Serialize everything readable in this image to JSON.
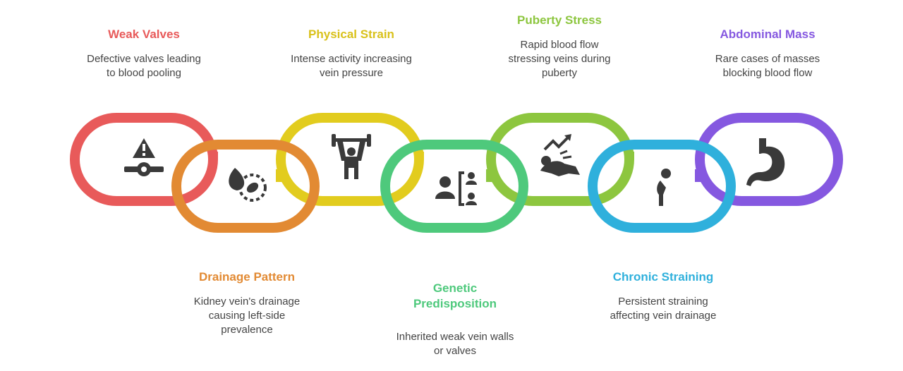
{
  "colors": {
    "weak_valves": "#E85A5A",
    "drainage_pattern": "#E28A33",
    "physical_strain": "#E2CC1E",
    "genetic": "#4EC97C",
    "puberty": "#8DC63F",
    "chronic": "#2FB0DC",
    "abdominal": "#8558E0",
    "icon": "#3A3A3A"
  },
  "items": {
    "weak_valves": {
      "title": "Weak Valves",
      "desc": "Defective valves leading\nto blood pooling",
      "icon": "warning-valve-icon"
    },
    "drainage_pattern": {
      "title": "Drainage Pattern",
      "desc": "Kidney vein's drainage\ncausing left-side\nprevalence",
      "icon": "kidney-drainage-icon"
    },
    "physical_strain": {
      "title": "Physical Strain",
      "desc": "Intense activity increasing\nvein pressure",
      "icon": "weightlifter-icon"
    },
    "genetic": {
      "title": "Genetic\nPredisposition",
      "desc": "Inherited weak vein walls\nor valves",
      "icon": "family-inheritance-icon"
    },
    "puberty": {
      "title": "Puberty Stress",
      "desc": "Rapid blood flow\nstressing veins during\npuberty",
      "icon": "growth-stress-icon"
    },
    "chronic": {
      "title": "Chronic Straining",
      "desc": "Persistent straining\naffecting vein drainage",
      "icon": "straining-person-icon"
    },
    "abdominal": {
      "title": "Abdominal Mass",
      "desc": "Rare cases of masses\nblocking blood flow",
      "icon": "stomach-icon"
    }
  }
}
